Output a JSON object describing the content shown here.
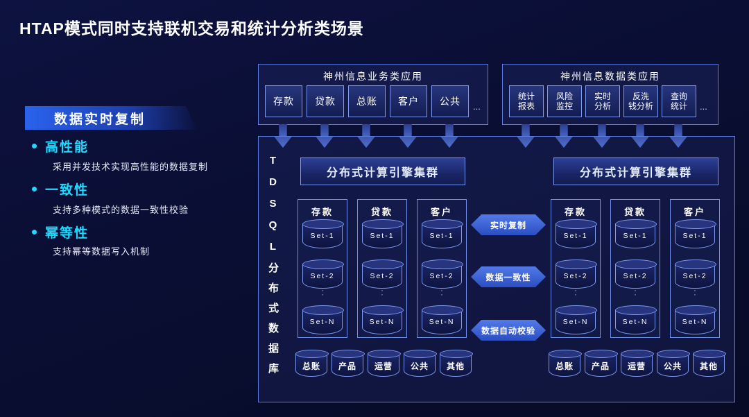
{
  "title": "HTAP模式同时支持联机交易和统计分析类场景",
  "left_panel": {
    "banner": "数据实时复制",
    "bullets": [
      {
        "heading": "高性能",
        "desc": "采用并发技术实现高性能的数据复制"
      },
      {
        "heading": "一致性",
        "desc": "支持多种模式的数据一致性校验"
      },
      {
        "heading": "幂等性",
        "desc": "支持幂等数据写入机制"
      }
    ]
  },
  "diagram": {
    "business_apps": {
      "title": "神州信息业务类应用",
      "items": [
        "存款",
        "贷款",
        "总账",
        "客户",
        "公共"
      ],
      "more": "..."
    },
    "data_apps": {
      "title": "神州信息数据类应用",
      "items": [
        "统计\n报表",
        "风险\n监控",
        "实时\n分析",
        "反洗\n钱分析",
        "查询\n统计"
      ],
      "more": "..."
    },
    "side_label": "TDSQL分布式数据库",
    "dots": "·\n·",
    "clusters": [
      {
        "engine": "分布式计算引擎集群",
        "groups": [
          {
            "label": "存款",
            "sets": [
              "Set-1",
              "Set-2",
              "Set-N"
            ]
          },
          {
            "label": "贷款",
            "sets": [
              "Set-1",
              "Set-2",
              "Set-N"
            ]
          },
          {
            "label": "客户",
            "sets": [
              "Set-1",
              "Set-2",
              "Set-N"
            ]
          }
        ],
        "bottom": [
          "总账",
          "产品",
          "运营",
          "公共",
          "其他"
        ]
      },
      {
        "engine": "分布式计算引擎集群",
        "groups": [
          {
            "label": "存款",
            "sets": [
              "Set-1",
              "Set-2",
              "Set-N"
            ]
          },
          {
            "label": "贷款",
            "sets": [
              "Set-1",
              "Set-2",
              "Set-N"
            ]
          },
          {
            "label": "客户",
            "sets": [
              "Set-1",
              "Set-2",
              "Set-N"
            ]
          }
        ],
        "bottom": [
          "总账",
          "产品",
          "运营",
          "公共",
          "其他"
        ]
      }
    ],
    "links": [
      "实时复制",
      "数据一致性",
      "数据自动校验"
    ]
  },
  "colors": {
    "background": "#0a0e33",
    "accent_cyan": "#1fd9ff",
    "banner_blue": "#2a63ee",
    "border_blue": "#6f8ff0",
    "arrow_blue": "#4f7ff0",
    "text_white": "#ffffff"
  }
}
